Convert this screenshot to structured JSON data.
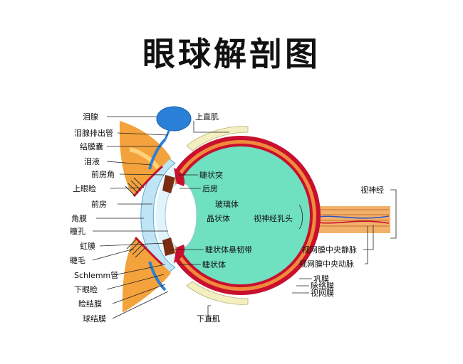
{
  "title": "眼球解剖图",
  "colors": {
    "vitreous": "#6fe0c0",
    "sclera": "#c8102e",
    "choroid": "#f08a3c",
    "lens": "#ffffff",
    "cornea": "#bfe4f4",
    "lacrimal_gland": "#2a7fd6",
    "eyelid": "#f4a23c",
    "optic_nerve": "#f2b16b",
    "muscle": "#f3efc0"
  },
  "labels": {
    "lacrimal_gland": "泪腺",
    "lacrimal_duct": "泪腺排出管",
    "conjunctival_sac": "结膜囊",
    "tear_fluid": "泪液",
    "anterior_chamber_angle": "前房角",
    "upper_eyelid": "上眼睑",
    "anterior_chamber": "前房",
    "cornea": "角膜",
    "pupil": "瞳孔",
    "iris": "虹膜",
    "eyelash": "睫毛",
    "schlemm_canal": "Schlemm管",
    "lower_eyelid": "下眼睑",
    "palpebral_conjunctiva": "睑结膜",
    "bulbar_conjunctiva": "球结膜",
    "superior_rectus": "上直肌",
    "ciliary_process": "睫状突",
    "posterior_chamber": "后房",
    "vitreous_body": "玻璃体",
    "lens": "晶状体",
    "optic_disc": "视神经乳头",
    "ciliary_zonule": "睫状体悬韧带",
    "ciliary_body": "睫状体",
    "optic_nerve": "视神经",
    "central_retinal_vein": "视网膜中央静脉",
    "central_retinal_artery": "视网膜中央动脉",
    "sclera": "巩膜",
    "choroid": "脉络膜",
    "retina": "视网膜",
    "inferior_rectus": "下直肌"
  }
}
